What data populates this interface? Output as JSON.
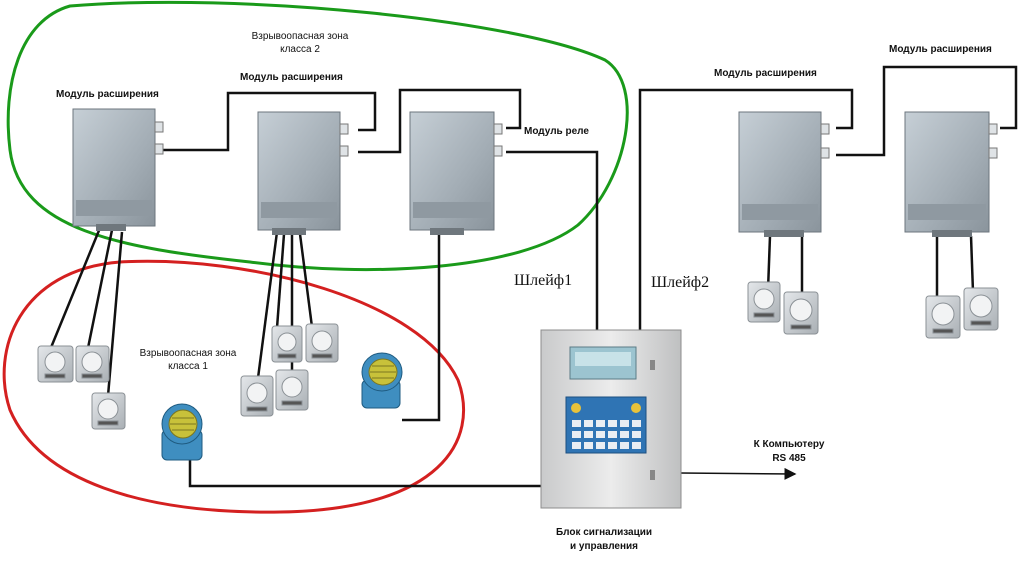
{
  "zones": {
    "class2": {
      "line1": "Взрывоопасная зона",
      "line2": "класса 2",
      "color": "#1a9a1a"
    },
    "class1": {
      "line1": "Взрывоопасная зона",
      "line2": "класса 1",
      "color": "#d42020"
    }
  },
  "labels": {
    "module_ext_1": "Модуль расширения",
    "module_ext_2": "Модуль расширения",
    "module_relay": "Модуль реле",
    "module_ext_3": "Модуль расширения",
    "module_ext_4": "Модуль расширения",
    "loop1": "Шлейф1",
    "loop2": "Шлейф2",
    "computer_line1": "К Компьютеру",
    "computer_line2": "RS 485",
    "control_line1": "Блок сигнализации",
    "control_line2": "и управления"
  },
  "colors": {
    "wire": "#111111",
    "module_body": "#aab4bc",
    "module_edge": "#6c767e",
    "sensor_body": "#c4c9cd",
    "siren_body": "#3f8ec0",
    "siren_grill": "#c8c13a",
    "panel_body": "#dcdcdc",
    "panel_display": "#9cc4d0",
    "panel_keypad": "#2f74b4"
  }
}
